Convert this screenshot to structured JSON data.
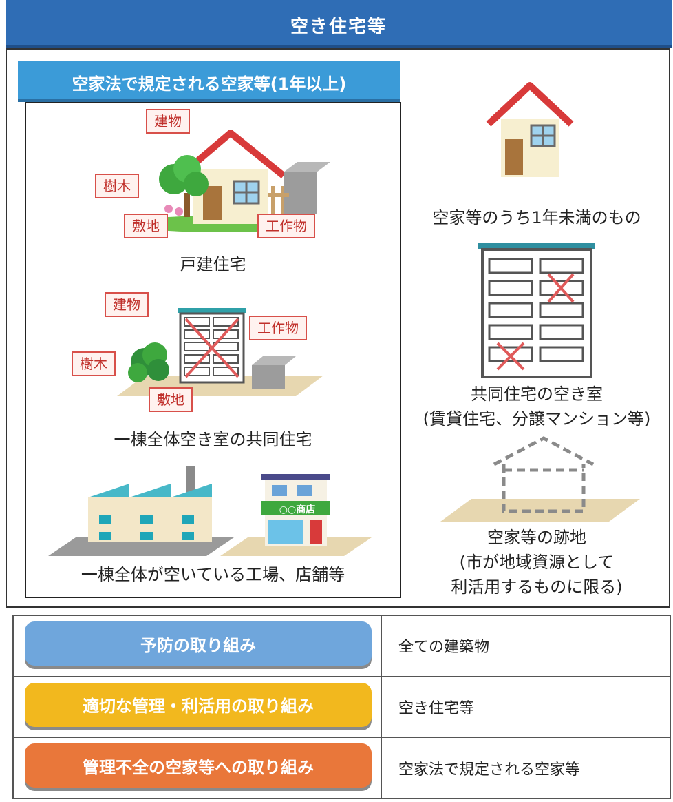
{
  "header": {
    "title": "空き住宅等"
  },
  "inner_box": {
    "title": "空家法で規定される空家等(1年以上)"
  },
  "left": {
    "house": {
      "caption": "戸建住宅",
      "tags": [
        "建物",
        "樹木",
        "敷地",
        "工作物"
      ]
    },
    "apartment": {
      "caption": "一棟全体空き室の共同住宅",
      "tags": [
        "建物",
        "工作物",
        "樹木",
        "敷地"
      ]
    },
    "factory": {
      "caption": "一棟全体が空いている工場、店舗等",
      "shop_sign": "○○商店"
    }
  },
  "right": {
    "small_house": {
      "caption": "空家等のうち1年未満のもの"
    },
    "vacant_room": {
      "caption_line1": "共同住宅の空き室",
      "caption_line2": "(賃貸住宅、分譲マンション等)"
    },
    "site": {
      "caption_line1": "空家等の跡地",
      "caption_line2": "(市が地域資源として",
      "caption_line3": "利活用するものに限る)"
    }
  },
  "table": {
    "rows": [
      {
        "label": "予防の取り組み",
        "target": "全ての建築物",
        "color": "#6fa6dc"
      },
      {
        "label": "適切な管理・利活用の取り組み",
        "target": "空き住宅等",
        "color": "#f2b81e"
      },
      {
        "label": "管理不全の空家等への取り組み",
        "target": "空家法で規定される空家等",
        "color": "#e9773a"
      }
    ]
  }
}
